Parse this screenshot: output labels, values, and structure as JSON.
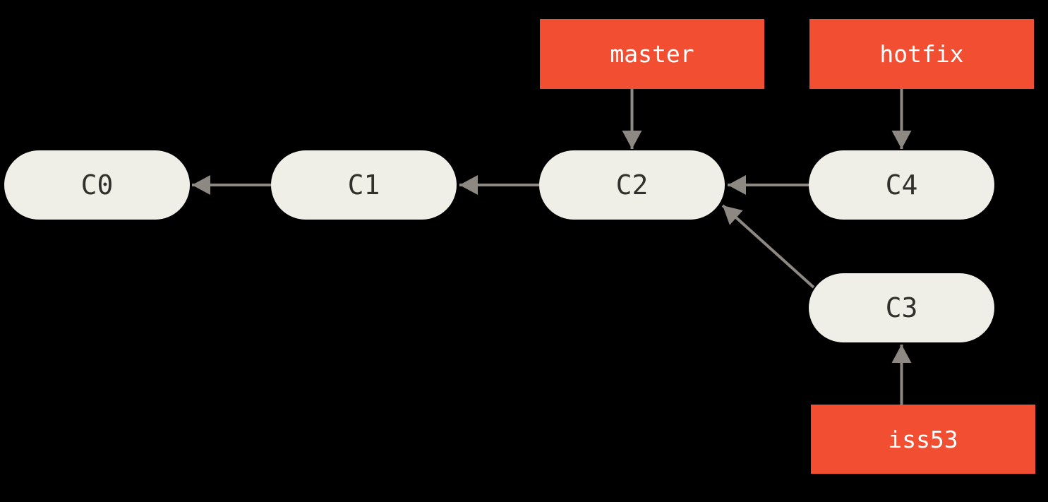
{
  "diagram": {
    "kind": "git-commit-branch-diagram",
    "description": "Git history: commits C0 through C4 with branch pointers master, hotfix and iss53"
  },
  "colors": {
    "background": "#000000",
    "commit_fill": "#F0EFE7",
    "commit_text": "#31302B",
    "branch_fill": "#F14E32",
    "branch_text": "#FFFFFF",
    "arrow": "#8E8883"
  },
  "commits": [
    {
      "id": "C0",
      "label": "C0"
    },
    {
      "id": "C1",
      "label": "C1"
    },
    {
      "id": "C2",
      "label": "C2"
    },
    {
      "id": "C3",
      "label": "C3"
    },
    {
      "id": "C4",
      "label": "C4"
    }
  ],
  "branch_labels": [
    {
      "label": "master",
      "points_to": "C2"
    },
    {
      "label": "hotfix",
      "points_to": "C4"
    },
    {
      "label": "iss53",
      "points_to": "C3"
    }
  ],
  "edges": [
    {
      "from": "C1",
      "to": "C0"
    },
    {
      "from": "C2",
      "to": "C1"
    },
    {
      "from": "C4",
      "to": "C2"
    },
    {
      "from": "C3",
      "to": "C2"
    },
    {
      "from": "master",
      "to": "C2"
    },
    {
      "from": "hotfix",
      "to": "C4"
    },
    {
      "from": "iss53",
      "to": "C3"
    }
  ]
}
